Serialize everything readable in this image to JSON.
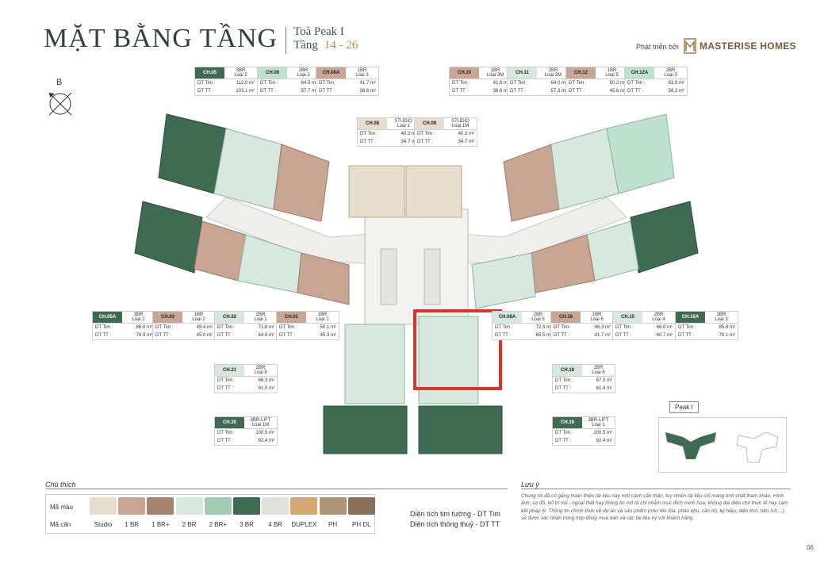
{
  "header": {
    "title": "MẶT BẰNG TẦNG",
    "building": "Toà Peak I",
    "floor_label": "Tầng",
    "floor_range": "14 - 26",
    "developer_label": "Phát triển bởi",
    "developer_name": "MASTERISE HOMES"
  },
  "compass_label": "B",
  "units": [
    {
      "code": "CH.05",
      "type1": "3BR",
      "type2": "Loại 2",
      "tim_label": "DT Tim :",
      "tim": "112.0 m²",
      "tt_label": "DT TT :",
      "tt": "103.1 m²",
      "color": "dk"
    },
    {
      "code": "CH.06",
      "type1": "2BR",
      "type2": "Loại 2",
      "tim_label": "DT Tim :",
      "tim": "64.5 m²",
      "tt_label": "DT TT :",
      "tt": "57.7 m²",
      "color": "mt"
    },
    {
      "code": "CH.08A",
      "type1": "1BR",
      "type2": "Loại 3",
      "tim_label": "DT Tim :",
      "tim": "41.7 m²",
      "tt_label": "DT TT :",
      "tt": "36.6 m²",
      "color": "rs"
    },
    {
      "code": "CH.08",
      "type1": "STUDIO",
      "type2": "Loại 1",
      "tim_label": "DT Tim :",
      "tim": "40.3 m²",
      "tt_label": "DT TT :",
      "tt": "34.7 m²",
      "color": "sd"
    },
    {
      "code": "CH.09",
      "type1": "STUDIO",
      "type2": "Loại 1M",
      "tim_label": "DT Tim :",
      "tim": "40.3 m²",
      "tt_label": "DT TT :",
      "tt": "34.7 m²",
      "color": "sd"
    },
    {
      "code": "CH.10",
      "type1": "1BR",
      "type2": "Loại 3M",
      "tim_label": "DT Tim :",
      "tim": "41.6 m²",
      "tt_label": "DT TT :",
      "tt": "36.6 m²",
      "color": "rs"
    },
    {
      "code": "CH.11",
      "type1": "2BR",
      "type2": "Loại 2M",
      "tim_label": "DT Tim :",
      "tim": "64.0 m²",
      "tt_label": "DT TT :",
      "tt": "57.3 m²",
      "color": "ml"
    },
    {
      "code": "CH.12",
      "type1": "1BR",
      "type2": "Loại 5",
      "tim_label": "DT Tim :",
      "tim": "50.2 m²",
      "tt_label": "DT TT :",
      "tt": "45.6 m²",
      "color": "rs"
    },
    {
      "code": "CH.12A",
      "type1": "2BR",
      "type2": "Loại 3",
      "tim_label": "DT Tim :",
      "tim": "63.9 m²",
      "tt_label": "DT TT :",
      "tt": "58.3 m²",
      "color": "mt"
    },
    {
      "code": "CH.05A",
      "type1": "3BR",
      "type2": "Loại 1",
      "tim_label": "DT Tim :",
      "tim": "86.0 m²",
      "tt_label": "DT TT :",
      "tt": "78.9 m²",
      "color": "dk"
    },
    {
      "code": "CH.03",
      "type1": "1BR",
      "type2": "Loại 2",
      "tim_label": "DT Tim :",
      "tim": "49.4 m²",
      "tt_label": "DT TT :",
      "tt": "45.0 m²",
      "color": "rs"
    },
    {
      "code": "CH.02",
      "type1": "2BR",
      "type2": "Loại 1",
      "tim_label": "DT Tim :",
      "tim": "71.8 m²",
      "tt_label": "DT TT :",
      "tt": "64.9 m²",
      "color": "ml"
    },
    {
      "code": "CH.01",
      "type1": "1BR",
      "type2": "Loại 1",
      "tim_label": "DT Tim :",
      "tim": "50.1 m²",
      "tt_label": "DT TT :",
      "tt": "45.3 m²",
      "color": "rs"
    },
    {
      "code": "CH.08A",
      "type1": "2BR",
      "type2": "Loại 5",
      "tim_label": "DT Tim :",
      "tim": "72.3 m²",
      "tt_label": "DT TT :",
      "tt": "65.5 m²",
      "color": "ml"
    },
    {
      "code": "CH.16",
      "type1": "1BR",
      "type2": "Loại 6",
      "tim_label": "DT Tim :",
      "tim": "46.3 m²",
      "tt_label": "DT TT :",
      "tt": "41.7 m²",
      "color": "rs"
    },
    {
      "code": "CH.15",
      "type1": "2BR",
      "type2": "Loại 4",
      "tim_label": "DT Tim :",
      "tim": "66.0 m²",
      "tt_label": "DT TT :",
      "tt": "60.7 m²",
      "color": "ml"
    },
    {
      "code": "CH.15A",
      "type1": "3BR",
      "type2": "Loại 3",
      "tim_label": "DT Tim :",
      "tim": "85.8 m²",
      "tt_label": "DT TT :",
      "tt": "79.1 m²",
      "color": "dk"
    },
    {
      "code": "CH.21",
      "type1": "2BR",
      "type2": "Loại 8",
      "tim_label": "DT Tim :",
      "tim": "66.3 m²",
      "tt_label": "DT TT :",
      "tt": "61.0 m²",
      "color": "ml"
    },
    {
      "code": "CH.18",
      "type1": "2BR",
      "type2": "Loại 6",
      "tim_label": "DT Tim :",
      "tim": "67.0 m²",
      "tt_label": "DT TT :",
      "tt": "61.4 m²",
      "color": "ml"
    },
    {
      "code": "CH.20",
      "type1": "3BR-LIFT",
      "type2": "Loại 1M",
      "tim_label": "DT Tim :",
      "tim": "100.5 m²",
      "tt_label": "DT TT :",
      "tt": "92.4 m²",
      "color": "dk"
    },
    {
      "code": "CH.19",
      "type1": "3BR-LIFT",
      "type2": "Loại 1",
      "tim_label": "DT Tim :",
      "tim": "100.5 m²",
      "tt_label": "DT TT :",
      "tt": "92.4 m²",
      "color": "dk"
    }
  ],
  "legend": {
    "title": "Chú thích",
    "row1_label": "Mã màu",
    "row2_label": "Mã căn",
    "items": [
      {
        "name": "Studio",
        "color": "#e6ddcc"
      },
      {
        "name": "1 BR",
        "color": "#c9a694"
      },
      {
        "name": "1 BR+",
        "color": "#a9826f"
      },
      {
        "name": "2 BR",
        "color": "#d7e9df"
      },
      {
        "name": "2 BR+",
        "color": "#9fcdb3"
      },
      {
        "name": "3 BR",
        "color": "#3f6b52"
      },
      {
        "name": "4 BR",
        "color": "#e1e1dc"
      },
      {
        "name": "DUPLEX",
        "color": "#d5a86e"
      },
      {
        "name": "PH",
        "color": "#ad9576"
      },
      {
        "name": "PH DL",
        "color": "#8a6f5a"
      }
    ]
  },
  "area_notes": {
    "tim": "Diện tích tim tường - DT Tim",
    "tt": "Diện tích thông thuỷ - DT TT"
  },
  "note": {
    "title": "Lưu ý",
    "text": "Chúng tôi đã cố gắng hoàn thiện tài liệu này một cách cẩn thận, tuy nhiên tài liệu chỉ mang tính chất tham khảo. Hình ảnh, sơ đồ, bố trí nội - ngoại thất hay thông tin mô tả chỉ nhằm mục đích minh họa, không đại diện cho thực tế hay cam kết pháp lý. Thông tin chính thức về dự án và sản phẩm (như tên tòa, phân khu, căn hộ, ký hiệu, diện tích, tiện ích,...) sẽ được xác nhận trong hợp đồng mua bán và các tài liệu ký với khách hàng."
  },
  "minimap_label": "Peak I",
  "page_number": "06",
  "colors": {
    "dark_green": "#3f6b52",
    "mint": "#bfe1cf",
    "light_mint": "#d7e9df",
    "rose": "#c9a694",
    "highlight": "#e0322c"
  }
}
